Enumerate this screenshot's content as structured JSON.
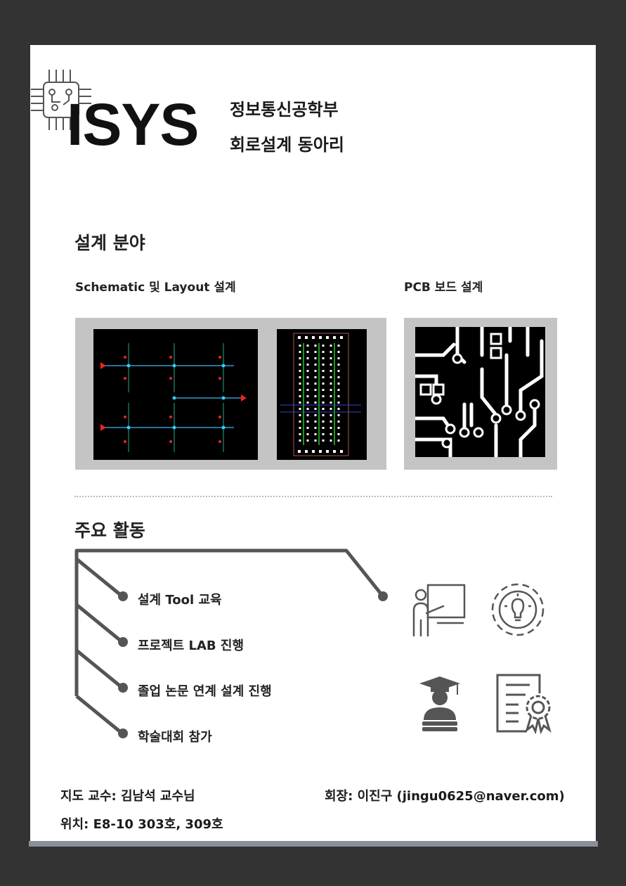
{
  "header": {
    "brand": "ISYS",
    "subtitle_line1": "정보통신공학부",
    "subtitle_line2": "회로설계 동아리"
  },
  "design_fields": {
    "title": "설계 분야",
    "schematic_label": "Schematic 및 Layout 설계",
    "pcb_label": "PCB 보드 설계"
  },
  "activities": {
    "title": "주요 활동",
    "items": [
      "설계 Tool 교육",
      "프로젝트 LAB 진행",
      "졸업 논문 연계 설계 진행",
      "학술대회 참가"
    ]
  },
  "footer": {
    "advisor": "지도 교수: 김남석 교수님",
    "president": "회장: 이진구 (jingu0625@naver.com)",
    "location": "위치: E8-10 303호, 309호"
  },
  "icons": [
    "chip-icon",
    "teacher-icon",
    "gear-lightbulb-icon",
    "graduate-icon",
    "certificate-icon"
  ],
  "colors": {
    "page_bg": "#ffffff",
    "outer_bg": "#333333",
    "accent_gray": "#555555",
    "box_gray": "#c4c4c4"
  }
}
